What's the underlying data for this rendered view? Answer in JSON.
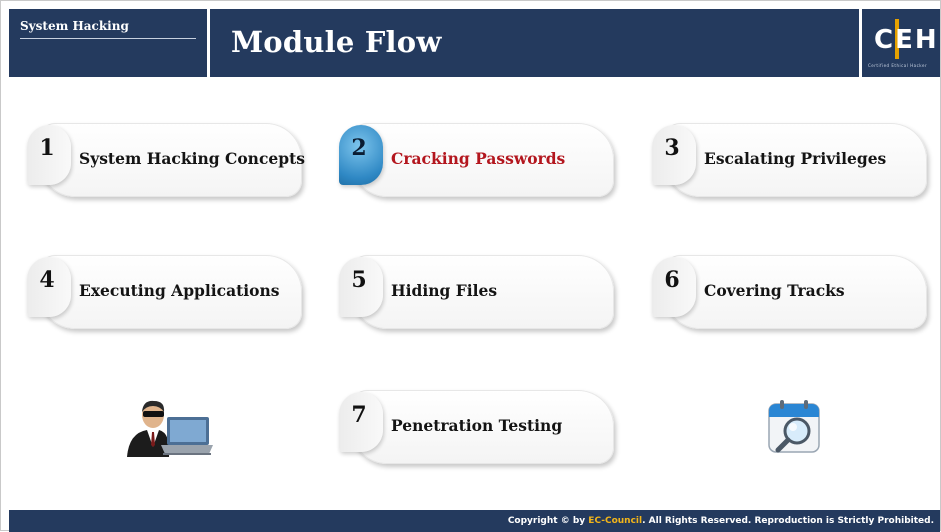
{
  "header": {
    "section_label": "System Hacking",
    "title": "Module Flow",
    "logo": {
      "letters": "CEH",
      "subtext": "Certified Ethical Hacker"
    }
  },
  "modules": [
    {
      "number": "1",
      "label": "System Hacking Concepts",
      "active": false
    },
    {
      "number": "2",
      "label": "Cracking Passwords",
      "active": true
    },
    {
      "number": "3",
      "label": "Escalating Privileges",
      "active": false
    },
    {
      "number": "4",
      "label": "Executing Applications",
      "active": false
    },
    {
      "number": "5",
      "label": "Hiding Files",
      "active": false
    },
    {
      "number": "6",
      "label": "Covering Tracks",
      "active": false
    },
    {
      "number": "7",
      "label": "Penetration Testing",
      "active": false
    }
  ],
  "icons": {
    "left": "hacker-laptop-icon",
    "right": "search-calendar-icon"
  },
  "footer": {
    "prefix": "Copyright © by ",
    "brand": "EC-Council",
    "suffix": ". All Rights Reserved. Reproduction is Strictly Prohibited."
  },
  "colors": {
    "header_bg": "#243a5e",
    "active_label": "#b3161e",
    "active_badge": "#2f88c4",
    "brand": "#f2b51a"
  }
}
